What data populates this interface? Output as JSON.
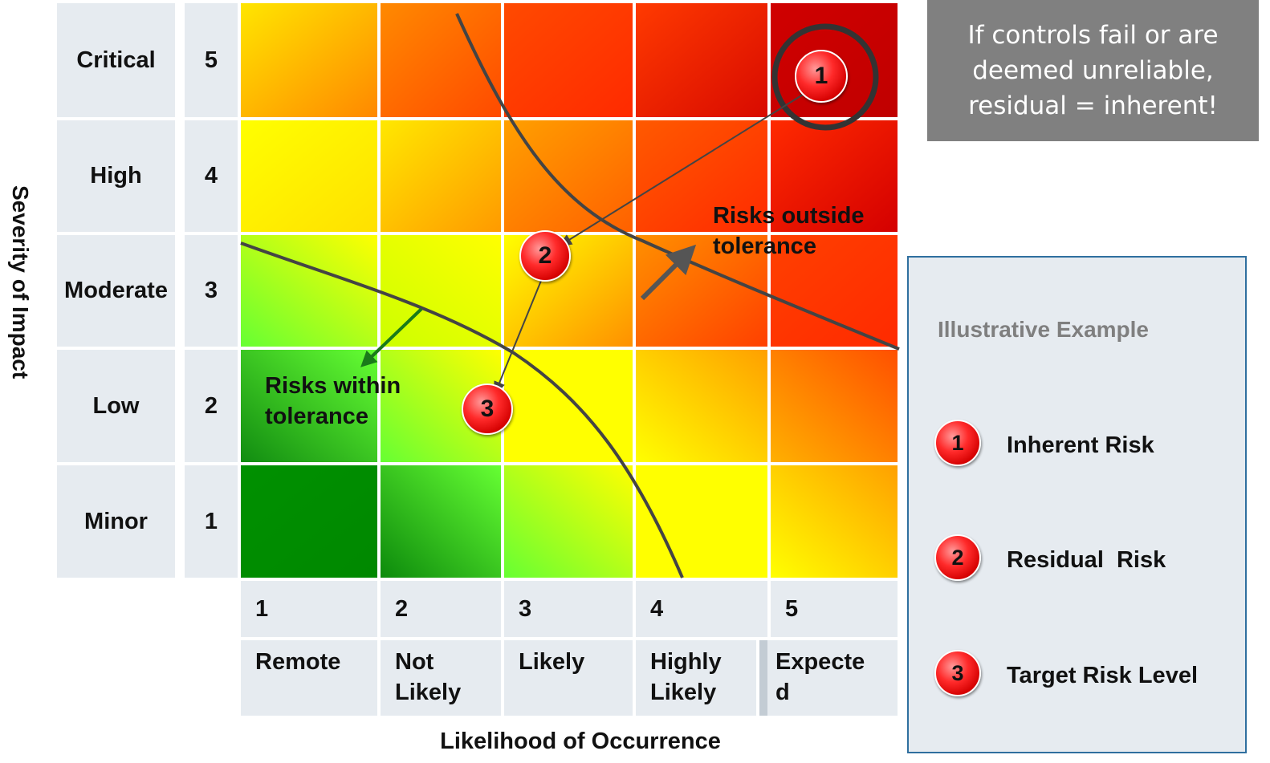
{
  "y_axis_title": "Severity of Impact",
  "x_axis_title": "Likelihood of Occurrence",
  "severity_rows": [
    {
      "label": "Critical",
      "value": "5"
    },
    {
      "label": "High",
      "value": "4"
    },
    {
      "label": "Moderate",
      "value": "3"
    },
    {
      "label": "Low",
      "value": "2"
    },
    {
      "label": "Minor",
      "value": "1"
    }
  ],
  "likelihood_cols": [
    {
      "value": "1",
      "label_line1": "Remote",
      "label_line2": ""
    },
    {
      "value": "2",
      "label_line1": "Not",
      "label_line2": "Likely"
    },
    {
      "value": "3",
      "label_line1": "Likely",
      "label_line2": ""
    },
    {
      "value": "4",
      "label_line1": "Highly",
      "label_line2": "Likely"
    },
    {
      "value": "5",
      "label_line1": "Expecte",
      "label_line2": "d"
    }
  ],
  "zones": {
    "outside_line1": "Risks outside",
    "outside_line2": "tolerance",
    "within_line1": "Risks within",
    "within_line2": "tolerance"
  },
  "markers": {
    "inherent": "1",
    "residual": "2",
    "target": "3"
  },
  "callout": {
    "line1": "If controls fail or are",
    "line2": "deemed unreliable,",
    "line3": "residual = inherent!"
  },
  "legend": {
    "title": "Illustrative Example",
    "items": [
      {
        "number": "1",
        "label": "Inherent Risk"
      },
      {
        "number": "2",
        "label": "Residual  Risk"
      },
      {
        "number": "3",
        "label": "Target Risk Level"
      }
    ]
  },
  "colors": {
    "deep_red": "#c40000",
    "red": "#ff3300",
    "orange": "#ff8c00",
    "yellow": "#ffff00",
    "light_green": "#66ff33",
    "dark_green": "#008c00",
    "label_bg": "#e6ebf0",
    "callout_bg": "#808080",
    "legend_border": "#2f6f9f",
    "curve": "#444444",
    "green_arrow": "#1a7a1a"
  }
}
